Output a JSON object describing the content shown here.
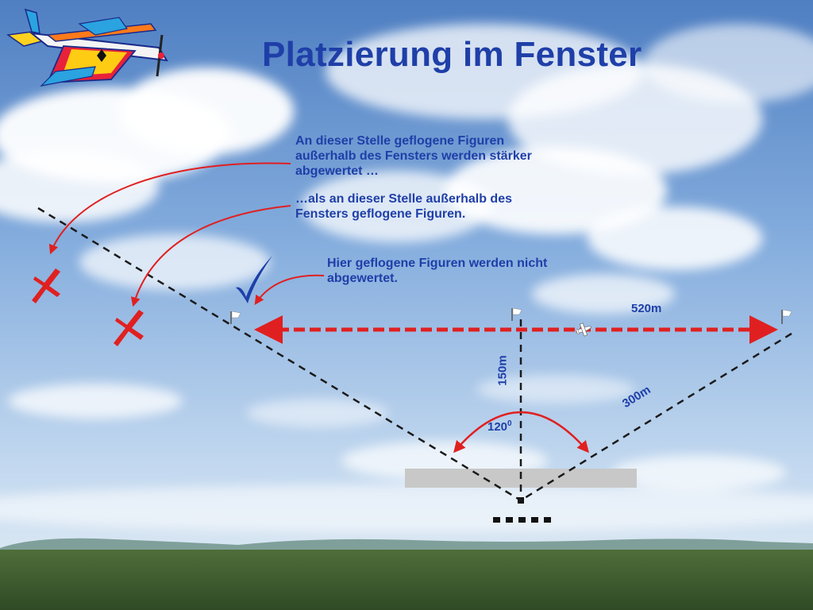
{
  "title": "Platzierung im Fenster",
  "notes": {
    "outside_far": "An dieser Stelle geflogene Figuren außerhalb des Fensters werden stärker abgewertet …",
    "outside_near": "…als an dieser Stelle außerhalb des Fensters geflogene Figuren.",
    "inside": "Hier geflogene Figuren werden nicht abgewertet."
  },
  "labels": {
    "width": "520m",
    "depth": "150m",
    "side": "300m",
    "angle_value": "120",
    "angle_sup": "0"
  },
  "colors": {
    "title": "#1f3fa8",
    "arrow": "#e02020",
    "dash": "#1a1a1a",
    "check": "#1f3fa8",
    "cross": "#e02020"
  },
  "icons": [
    "airplane-icon",
    "check-icon",
    "cross-icon",
    "flag-icon",
    "small-plane-icon"
  ]
}
